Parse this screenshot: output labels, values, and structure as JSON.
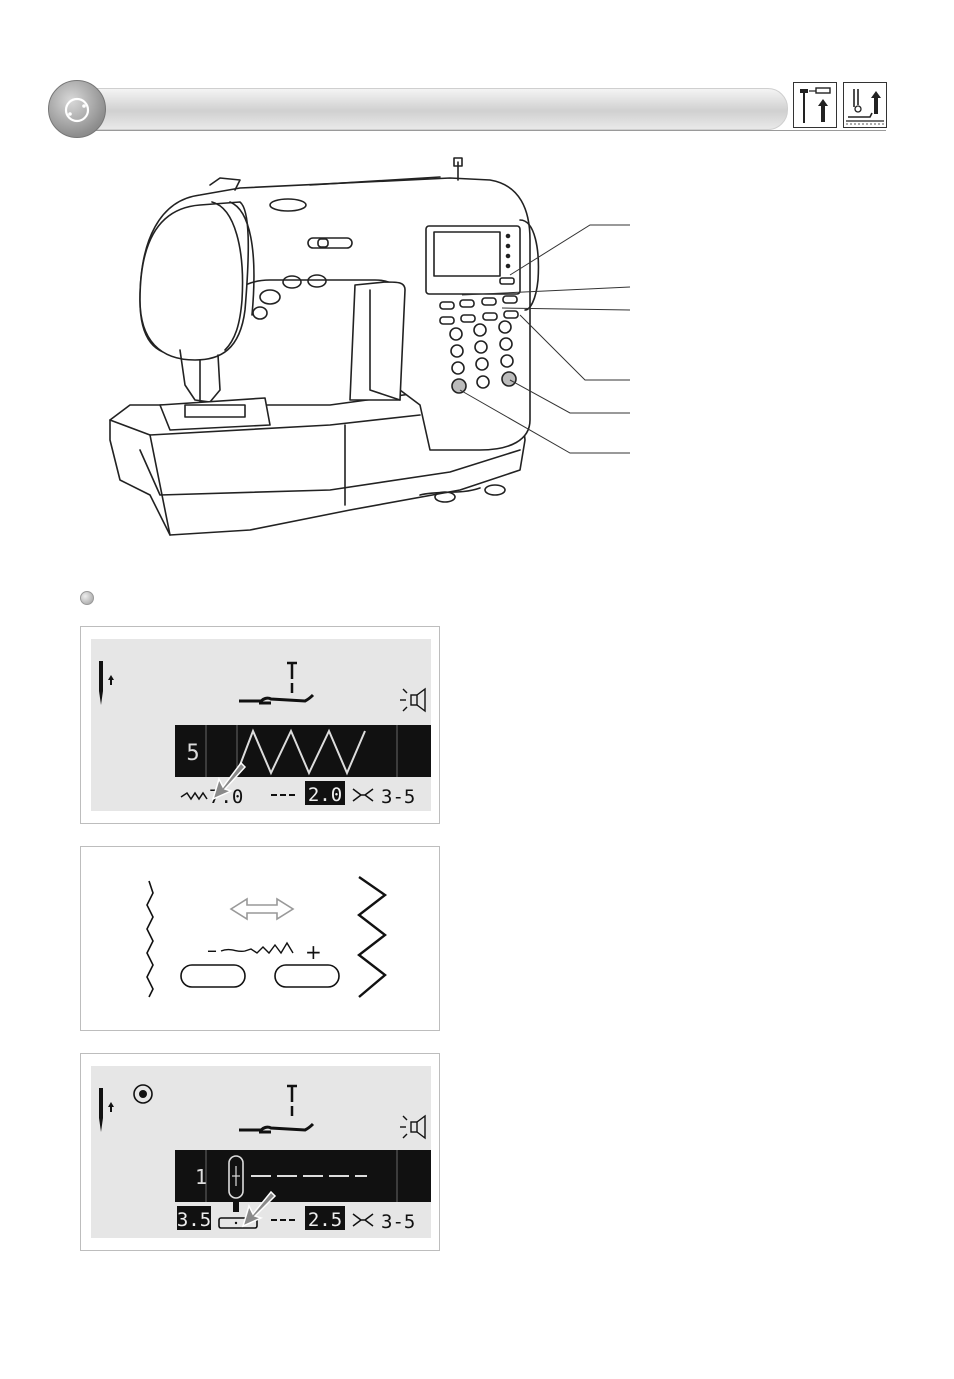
{
  "header": {
    "icons": [
      "needle-up-icon",
      "presser-foot-up-icon"
    ]
  },
  "display_1": {
    "pattern_number": "5",
    "stitch_width": "7.0",
    "stitch_length": "2.0",
    "tension": "3-5",
    "icons": [
      "needle-up-icon",
      "presser-foot-up-icon",
      "sound-icon",
      "zigzag-width-icon",
      "length-icon",
      "tension-icon",
      "arrow-pointer-icon"
    ]
  },
  "width_adjust": {
    "minus_label": "–",
    "plus_label": "+",
    "icons": [
      "narrow-zigzag-icon",
      "double-arrow-icon",
      "wide-zigzag-icon"
    ]
  },
  "display_2": {
    "pattern_number": "1",
    "left_value": "3.5",
    "stitch_length": "2.5",
    "tension": "3-5",
    "icons": [
      "needle-up-icon",
      "bobbin-icon",
      "presser-foot-up-icon",
      "sound-icon",
      "buttonhole-icon",
      "buttonhole-foot-icon",
      "tension-icon",
      "arrow-pointer-icon"
    ]
  }
}
